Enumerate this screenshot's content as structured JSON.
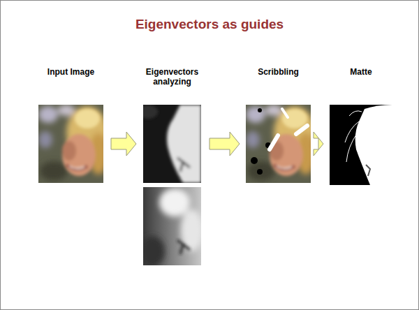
{
  "diagram": {
    "title": "Eigenvectors as guides",
    "nodes": [
      {
        "text": [
          "Input Image"
        ]
      },
      {
        "text": [
          "Eigenvectors analyzing"
        ]
      },
      {
        "text": [
          "Scribbling"
        ]
      },
      {
        "text": [
          "Matte"
        ]
      }
    ],
    "edges": [
      {
        "from": 0,
        "to": 1,
        "arrow": "to"
      },
      {
        "from": 1,
        "to": 2,
        "arrow": "to"
      },
      {
        "from": 2,
        "to": 3,
        "arrow": "to"
      }
    ]
  }
}
